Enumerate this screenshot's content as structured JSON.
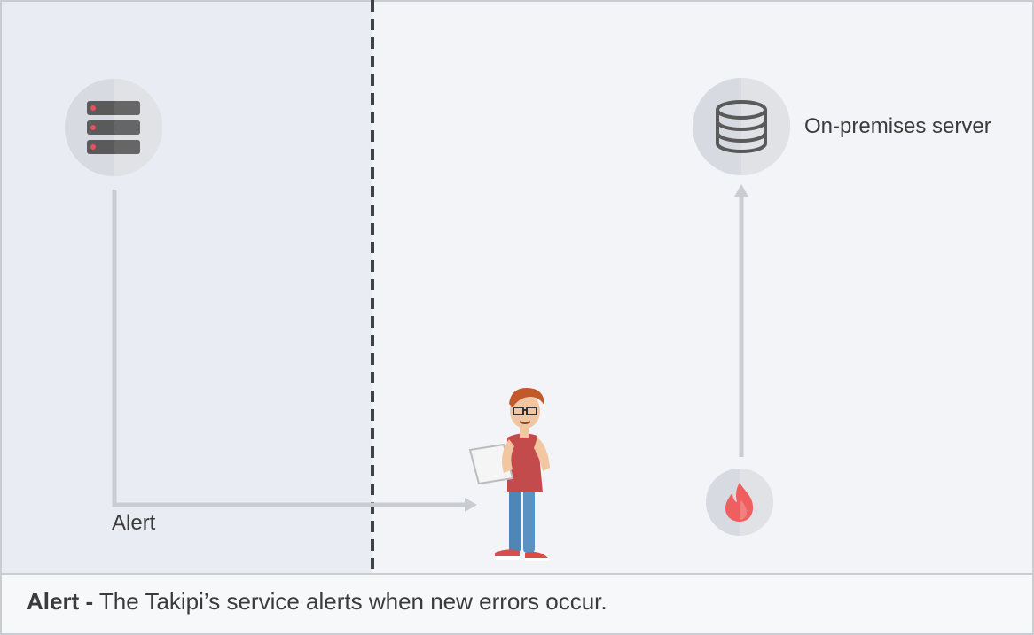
{
  "diagram": {
    "alert_label": "Alert",
    "onprem_label": "On-premises server",
    "caption": {
      "bold": "Alert -",
      "text": "The Takipi’s service alerts when new errors occur."
    }
  },
  "colors": {
    "background": "#f2f4f8",
    "left_zone": "#e9ecf3",
    "arrow": "#c9ccd1",
    "icon_dark": "#5a5a5a",
    "led_red": "#e8505b",
    "flame": "#ef5f5f"
  },
  "icons": {
    "rack": "server-rack-icon",
    "database": "database-icon",
    "flame": "flame-icon",
    "person": "developer-with-tablet"
  }
}
